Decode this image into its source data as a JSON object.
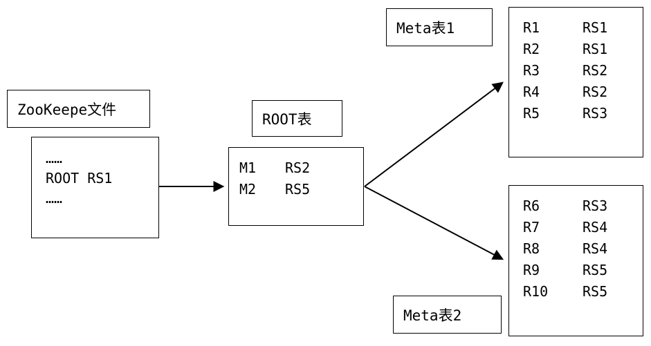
{
  "zookeeper": {
    "title": "ZooKeepe文件",
    "lines": [
      "……",
      "ROOT RS1",
      "……"
    ]
  },
  "root": {
    "title": "ROOT表",
    "rows": [
      {
        "key": "M1",
        "val": "RS2"
      },
      {
        "key": "M2",
        "val": "RS5"
      }
    ]
  },
  "meta1": {
    "title": "Meta表1",
    "rows": [
      {
        "key": "R1",
        "val": "RS1"
      },
      {
        "key": "R2",
        "val": "RS1"
      },
      {
        "key": "R3",
        "val": "RS2"
      },
      {
        "key": "R4",
        "val": "RS2"
      },
      {
        "key": "R5",
        "val": "RS3"
      }
    ]
  },
  "meta2": {
    "title": "Meta表2",
    "rows": [
      {
        "key": "R6",
        "val": "RS3"
      },
      {
        "key": "R7",
        "val": "RS4"
      },
      {
        "key": "R8",
        "val": "RS4"
      },
      {
        "key": "R9",
        "val": "RS5"
      },
      {
        "key": "R10",
        "val": "RS5"
      }
    ]
  },
  "colors": {
    "stroke": "#000000",
    "background": "#ffffff"
  }
}
